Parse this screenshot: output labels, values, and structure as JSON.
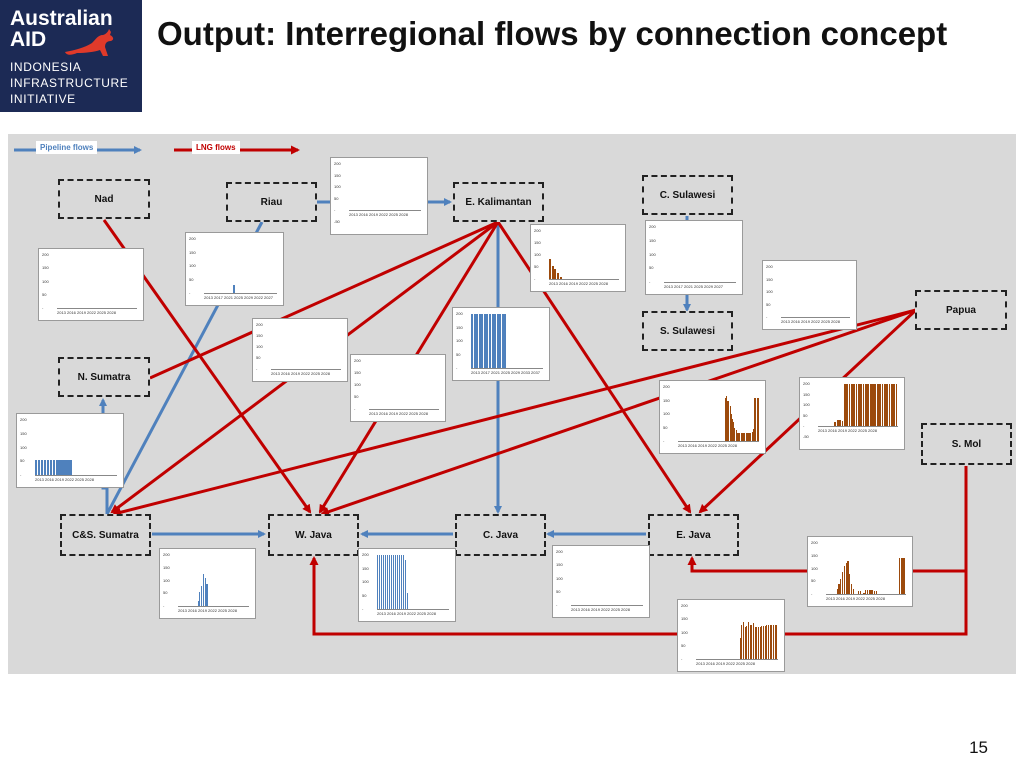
{
  "logo": {
    "line1": "Australian",
    "line2": "AID",
    "sub": [
      "INDONESIA",
      "INFRASTRUCTURE",
      "INITIATIVE"
    ],
    "bg": "#1c2a55",
    "kangaroo": "kangaroo-icon"
  },
  "title": "Output: Interregional flows by connection concept",
  "legend": {
    "pipeline": "Pipeline flows",
    "lng": "LNG flows",
    "pipeline_color": "#4f81bd",
    "lng_color": "#c00000"
  },
  "nodes": [
    {
      "id": "nad",
      "label": "Nad"
    },
    {
      "id": "riau",
      "label": "Riau"
    },
    {
      "id": "ekal",
      "label": "E. Kalimantan"
    },
    {
      "id": "csul",
      "label": "C. Sulawesi"
    },
    {
      "id": "ssul",
      "label": "S. Sulawesi"
    },
    {
      "id": "papua",
      "label": "Papua"
    },
    {
      "id": "nsum",
      "label": "N. Sumatra"
    },
    {
      "id": "smol",
      "label": "S. Mol"
    },
    {
      "id": "cssum",
      "label": "C&S. Sumatra"
    },
    {
      "id": "wjava",
      "label": "W. Java"
    },
    {
      "id": "cjava",
      "label": "C. Java"
    },
    {
      "id": "ejava",
      "label": "E. Java"
    }
  ],
  "page_number": "15",
  "chart_data": [
    {
      "id": "riau-ekal",
      "type": "bar",
      "color": "#4f81bd",
      "yticks": [
        "200",
        "150",
        "100",
        "50",
        "-",
        "-50"
      ],
      "xlabels": "2013 2016 2019 2022 2025 2028",
      "values": []
    },
    {
      "id": "nad-wjava",
      "type": "bar",
      "color": "#4f81bd",
      "yticks": [
        "200",
        "150",
        "100",
        "50",
        "-"
      ],
      "xlabels": "2013 2016 2019 2022 2025 2028",
      "values": []
    },
    {
      "id": "riau-cssum",
      "type": "bar",
      "color": "#4f81bd",
      "yticks": [
        "200",
        "150",
        "100",
        "50",
        "-"
      ],
      "xlabels": "2013 2017 2021 2025 2029 2022 2027",
      "values": [
        0,
        0,
        0,
        0,
        0,
        0,
        0,
        0,
        0,
        0,
        0,
        30,
        0,
        0,
        0,
        0,
        0,
        0,
        0,
        0,
        0,
        0,
        0,
        0,
        0,
        0,
        0,
        0
      ]
    },
    {
      "id": "ekal-nsum",
      "type": "bar",
      "color": "#4f81bd",
      "yticks": [
        "200",
        "150",
        "100",
        "50",
        "-"
      ],
      "xlabels": "2013 2016 2019 2022 2025 2028",
      "values": []
    },
    {
      "id": "ekal-wjava",
      "type": "bar",
      "color": "#4f81bd",
      "yticks": [
        "200",
        "150",
        "100",
        "50",
        "-"
      ],
      "xlabels": "2013 2016 2019 2022 2025 2028",
      "values": []
    },
    {
      "id": "ekal-cjava",
      "type": "bar",
      "color": "#4f81bd",
      "yticks": [
        "200",
        "150",
        "100",
        "50",
        "-"
      ],
      "xlabels": "2013 2017 2021 2025 2029 2033 2037",
      "values": [
        200,
        200,
        200,
        200,
        200,
        200,
        200,
        200,
        200,
        200,
        200,
        200,
        200,
        200,
        0,
        0,
        0,
        0,
        0,
        0,
        0,
        0,
        0,
        0,
        0,
        0,
        0,
        0
      ]
    },
    {
      "id": "ekal-lng",
      "type": "bar",
      "color": "#9c4a0c",
      "yticks": [
        "200",
        "150",
        "100",
        "50",
        "-"
      ],
      "xlabels": "2013 2016 2019 2022 2025 2028",
      "values": [
        85,
        55,
        40,
        25,
        10,
        0,
        0,
        0,
        0,
        0,
        0,
        0,
        0,
        0,
        0,
        0,
        0,
        0,
        0,
        0,
        0,
        0,
        0,
        0,
        0,
        0
      ]
    },
    {
      "id": "csul-ssul",
      "type": "bar",
      "color": "#4f81bd",
      "yticks": [
        "200",
        "150",
        "100",
        "50",
        "-"
      ],
      "xlabels": "2013 2017 2021 2025 2029 2027",
      "values": []
    },
    {
      "id": "papua-lng-1",
      "type": "bar",
      "color": "#9c4a0c",
      "yticks": [
        "200",
        "150",
        "100",
        "50",
        "-"
      ],
      "xlabels": "2013 2016 2019 2022 2025 2028",
      "values": []
    },
    {
      "id": "nsum-cssum",
      "type": "bar",
      "color": "#4f81bd",
      "yticks": [
        "200",
        "150",
        "100",
        "50",
        "-"
      ],
      "xlabels": "2013 2016 2019 2022 2025 2028",
      "values": [
        55,
        55,
        55,
        55,
        55,
        55,
        55,
        55,
        55,
        55,
        55,
        55,
        55,
        0,
        0,
        0,
        0,
        0,
        0,
        0,
        0,
        0,
        0,
        0,
        0,
        0,
        0,
        0
      ]
    },
    {
      "id": "ejava-lng",
      "type": "bar",
      "color": "#9c4a0c",
      "yticks": [
        "200",
        "150",
        "100",
        "50",
        "-"
      ],
      "xlabels": "2013 2016 2019 2022 2025 2028",
      "values": [
        0,
        0,
        0,
        0,
        0,
        0,
        0,
        0,
        0,
        0,
        0,
        0,
        0,
        0,
        0,
        0,
        0,
        0,
        0,
        0,
        0,
        0,
        0,
        0,
        0,
        0,
        0,
        0,
        0,
        0,
        0,
        0,
        0,
        0,
        0,
        0,
        0,
        0,
        160,
        165,
        150,
        150,
        130,
        100,
        80,
        70,
        50,
        40,
        30,
        30,
        30,
        30,
        30,
        30,
        30,
        30,
        30,
        30,
        30,
        30,
        35,
        45,
        160,
        160,
        160,
        160
      ]
    },
    {
      "id": "papua-lng-2",
      "type": "bar",
      "color": "#9c4a0c",
      "yticks": [
        "200",
        "150",
        "100",
        "50",
        "-",
        "-50"
      ],
      "xlabels": "2013 2016 2019 2022 2025 2028",
      "values": [
        0,
        0,
        0,
        0,
        0,
        0,
        0,
        20,
        30,
        30,
        25,
        200,
        200,
        200,
        200,
        200,
        200,
        200,
        200,
        200,
        200,
        200,
        200,
        200,
        200,
        200,
        200,
        200,
        200,
        200,
        200,
        200,
        200,
        200
      ]
    },
    {
      "id": "cssum-wjava",
      "type": "bar",
      "color": "#4f81bd",
      "yticks": [
        "200",
        "150",
        "100",
        "50",
        "-"
      ],
      "xlabels": "2013 2016 2019 2022 2025 2028",
      "values": [
        0,
        0,
        0,
        0,
        0,
        0,
        0,
        0,
        0,
        0,
        0,
        20,
        55,
        80,
        125,
        110,
        85,
        0,
        0,
        0,
        0,
        0,
        0,
        0,
        0,
        0,
        0,
        0,
        0,
        0,
        0,
        0,
        0,
        0,
        0,
        0,
        0,
        0,
        0,
        0
      ]
    },
    {
      "id": "cjava-wjava",
      "type": "bar",
      "color": "#4f81bd",
      "yticks": [
        "200",
        "150",
        "100",
        "50",
        "-"
      ],
      "xlabels": "2013 2016 2019 2022 2025 2028",
      "values": [
        200,
        200,
        200,
        200,
        200,
        200,
        200,
        200,
        200,
        200,
        200,
        200,
        200,
        200,
        180,
        60,
        0,
        0,
        0,
        0,
        0,
        0,
        0,
        0,
        0,
        0,
        0,
        0,
        0,
        0,
        0,
        0,
        0,
        0,
        0,
        0
      ]
    },
    {
      "id": "ejava-cjava",
      "type": "bar",
      "color": "#4f81bd",
      "yticks": [
        "200",
        "150",
        "100",
        "50",
        "-"
      ],
      "xlabels": "2013 2016 2019 2022 2025 2028",
      "values": []
    },
    {
      "id": "smol-ejava",
      "type": "bar",
      "color": "#9c4a0c",
      "yticks": [
        "200",
        "150",
        "100",
        "50",
        "-"
      ],
      "xlabels": "2013 2016 2019 2022 2025 2028",
      "values": [
        0,
        0,
        0,
        0,
        0,
        0,
        20,
        40,
        60,
        85,
        110,
        120,
        130,
        80,
        40,
        20,
        0,
        0,
        10,
        10,
        0,
        5,
        15,
        15,
        15,
        15,
        15,
        10,
        10,
        0,
        0,
        0,
        0,
        0,
        0,
        0,
        0,
        0,
        0,
        0,
        0,
        140,
        140,
        140,
        140
      ]
    },
    {
      "id": "smol-wjava",
      "type": "bar",
      "color": "#9c4a0c",
      "yticks": [
        "200",
        "150",
        "100",
        "50",
        "-"
      ],
      "xlabels": "2013 2016 2019 2022 2025 2028",
      "values": [
        0,
        0,
        0,
        0,
        0,
        0,
        0,
        0,
        0,
        0,
        0,
        0,
        0,
        0,
        0,
        0,
        0,
        0,
        0,
        0,
        0,
        0,
        0,
        0,
        0,
        0,
        80,
        130,
        140,
        120,
        125,
        140,
        130,
        130,
        135,
        120,
        120,
        120,
        120,
        125,
        125,
        125,
        130,
        130,
        130,
        130,
        130,
        130,
        130
      ]
    }
  ]
}
